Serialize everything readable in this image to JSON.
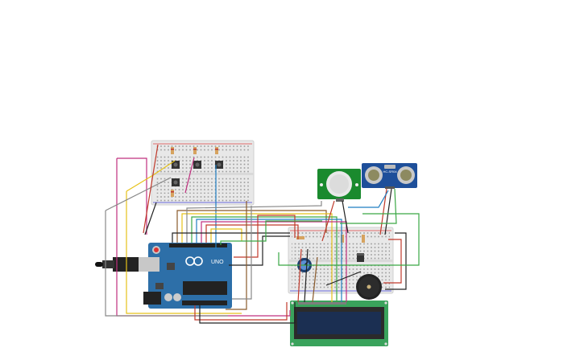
{
  "circuit": {
    "arduino": {
      "model_label": "UNO",
      "logo": "arduino-infinity-logo"
    },
    "ultrasonic_sensor": {
      "label": "HC-SR04"
    },
    "pir_sensor": {
      "label": ""
    },
    "lcd": {
      "text_line1": "",
      "text_line2": ""
    },
    "colors": {
      "breadboard": "#e8e8e8",
      "arduino_board": "#2d6fa8",
      "pir_board": "#1a8a2e",
      "ultrasonic_board": "#1e4f9a",
      "lcd_board": "#3aa35c",
      "lcd_screen": "#1b2f52",
      "wire_red": "#c0392b",
      "wire_black": "#222222",
      "wire_yellow": "#e6c21a",
      "wire_magenta": "#c0307f",
      "wire_brown": "#8a5a2b",
      "wire_green": "#3aa845",
      "wire_blue": "#1f7ec2",
      "wire_gray": "#888888"
    },
    "icons": [
      "usb-cable-icon",
      "potentiometer-icon",
      "buzzer-icon",
      "pushbutton-icon",
      "resistor-icon",
      "transistor-icon"
    ]
  }
}
